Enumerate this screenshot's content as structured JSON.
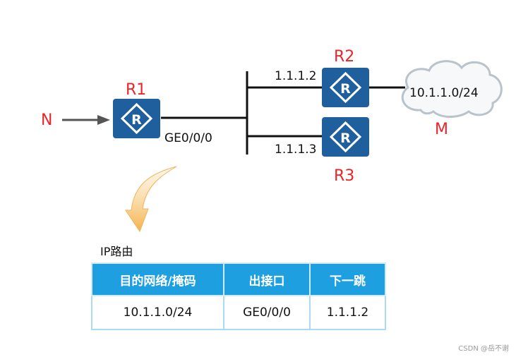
{
  "colors": {
    "router_fill": "#1f5f9e",
    "label_red": "#e8262a",
    "table_header_bg": "#1e9fe0",
    "table_border": "#a9dcf4",
    "line": "#111111",
    "arrow_orange": "#f7b955"
  },
  "nodes": {
    "source": "N",
    "destination": "M",
    "r1": "R1",
    "r2": "R2",
    "r3": "R3",
    "cloud_network": "10.1.1.0/24"
  },
  "interfaces": {
    "r1_port": "GE0/0/0",
    "r2_ip": "1.1.1.2",
    "r3_ip": "1.1.1.3"
  },
  "icons": {
    "router": "router-icon",
    "cloud": "cloud-icon"
  },
  "route_table": {
    "title": "IP路由",
    "headers": [
      "目的网络/掩码",
      "出接口",
      "下一跳"
    ],
    "rows": [
      [
        "10.1.1.0/24",
        "GE0/0/0",
        "1.1.1.2"
      ]
    ]
  },
  "watermark": "CSDN @岳不谢"
}
